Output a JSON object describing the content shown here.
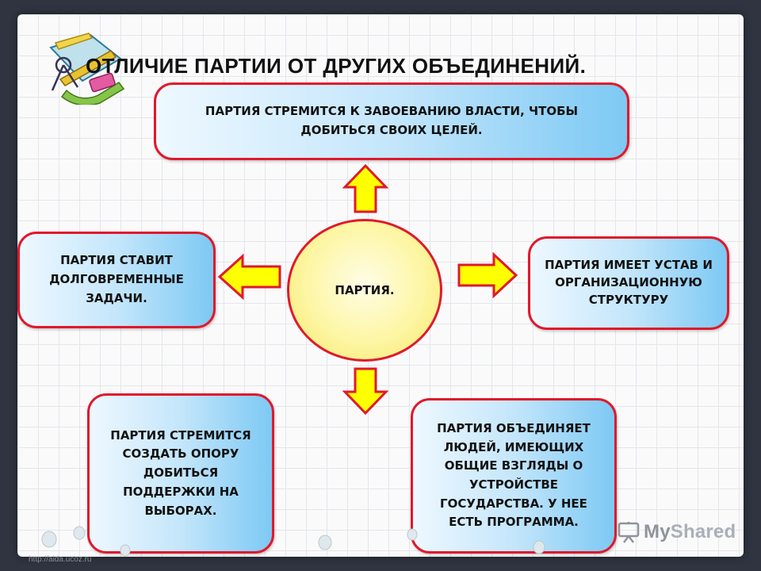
{
  "title": "ОТЛИЧИЕ ПАРТИИ ОТ  ДРУГИХ ОБЪЕДИНЕНИЙ.",
  "center": "ПАРТИЯ.",
  "boxes": {
    "top": "ПАРТИЯ СТРЕМИТСЯ К ЗАВОЕВАНИЮ  ВЛАСТИ, ЧТОБЫ ДОБИТЬСЯ СВОИХ ЦЕЛЕЙ.",
    "left": "ПАРТИЯ СТАВИТ ДОЛГОВРЕМЕННЫЕ ЗАДАЧИ.",
    "right": "ПАРТИЯ ИМЕЕТ УСТАВ И ОРГАНИЗАЦИОННУЮ СТРУКТУРУ",
    "bottom_left": "ПАРТИЯ СТРЕМИТСЯ СОЗДАТЬ ОПОРУ ДОБИТЬСЯ ПОДДЕРЖКИ НА ВЫБОРАХ.",
    "bottom_right": "ПАРТИЯ ОБЪЕДИНЯЕТ ЛЮДЕЙ, ИМЕЮЩИХ ОБЩИЕ ВЗГЛЯДЫ О УСТРОЙСТВЕ ГОСУДАРСТВА. У НЕЕ ЕСТЬ ПРОГРАММА."
  },
  "footer": {
    "url": "http://aida.ucoz.ru",
    "logo_my": "My",
    "logo_shared": "Shared"
  },
  "colors": {
    "box_border": "#e0192c",
    "arrow_fill": "#ffff00",
    "arrow_stroke": "#e0192c",
    "center_fill": "#fdf6a4"
  },
  "icons": {
    "corner": "drafting-tools-icon",
    "logo": "myshared-logo-icon"
  }
}
